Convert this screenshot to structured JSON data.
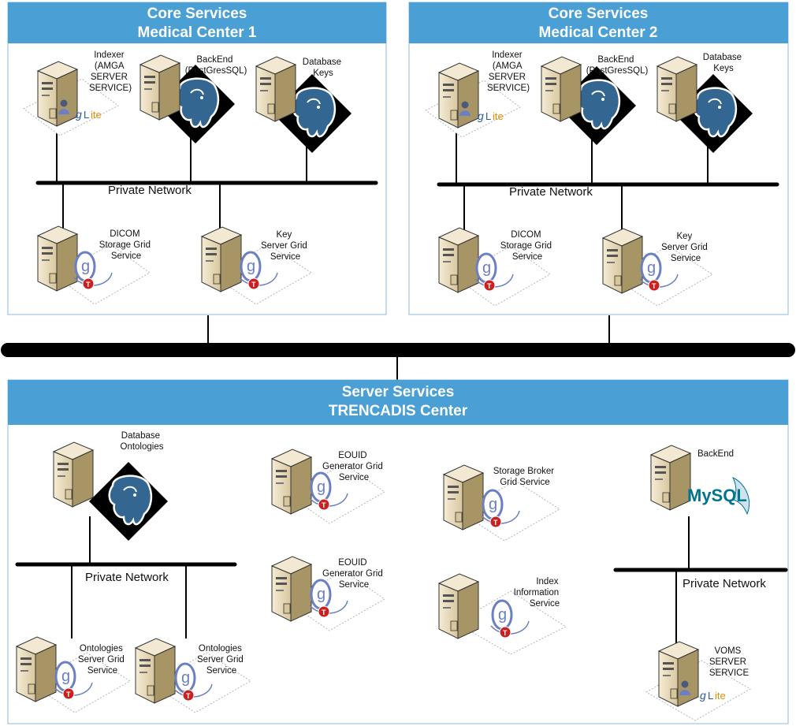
{
  "colors": {
    "header": "#4a9fd5",
    "panel_border": "#8fb8d8",
    "server_body": "#e9dcc0",
    "server_side": "#a89566",
    "postgres": "#336791",
    "globus_blue": "#6b7fc4",
    "globus_red": "#cc1f1f",
    "mysql_orange": "#e48e00",
    "mysql_blue": "#00758f"
  },
  "icons": {
    "server": "server-icon",
    "postgres": "postgresql-elephant-icon",
    "globus": "globus-toolkit-icon",
    "glite": "glite-icon",
    "mysql": "mysql-dolphin-icon"
  },
  "center1": {
    "title_line1": "Core Services",
    "title_line2": "Medical Center 1",
    "network_label": "Private Network",
    "nodes": [
      {
        "id": "indexer",
        "label": [
          "Indexer",
          "(AMGA",
          "SERVER",
          "SERVICE)"
        ],
        "logo": "glite-icon"
      },
      {
        "id": "backend",
        "label": [
          "BackEnd",
          "(PostGresSQL)"
        ],
        "logo": "postgresql-elephant-icon"
      },
      {
        "id": "dbkeys",
        "label": [
          "Database",
          "Keys"
        ],
        "logo": "postgresql-elephant-icon"
      },
      {
        "id": "dicom",
        "label": [
          "DICOM",
          "Storage Grid",
          "Service"
        ],
        "logo": "globus-toolkit-icon"
      },
      {
        "id": "keyserver",
        "label": [
          "Key",
          "Server Grid",
          "Service"
        ],
        "logo": "globus-toolkit-icon"
      }
    ]
  },
  "center2": {
    "title_line1": "Core Services",
    "title_line2": "Medical Center 2",
    "network_label": "Private Network",
    "nodes": [
      {
        "id": "indexer",
        "label": [
          "Indexer",
          "(AMGA",
          "SERVER",
          "SERVICE)"
        ],
        "logo": "glite-icon"
      },
      {
        "id": "backend",
        "label": [
          "BackEnd",
          "(PostGresSQL)"
        ],
        "logo": "postgresql-elephant-icon"
      },
      {
        "id": "dbkeys",
        "label": [
          "Database",
          "Keys"
        ],
        "logo": "postgresql-elephant-icon"
      },
      {
        "id": "dicom",
        "label": [
          "DICOM",
          "Storage Grid",
          "Service"
        ],
        "logo": "globus-toolkit-icon"
      },
      {
        "id": "keyserver",
        "label": [
          "Key",
          "Server Grid",
          "Service"
        ],
        "logo": "globus-toolkit-icon"
      }
    ]
  },
  "trencadis": {
    "title_line1": "Server Services",
    "title_line2": "TRENCADIS Center",
    "network_label_left": "Private Network",
    "network_label_right": "Private Network",
    "nodes": [
      {
        "id": "dbontologies",
        "label": [
          "Database",
          "Ontologies"
        ],
        "logo": "postgresql-elephant-icon"
      },
      {
        "id": "ontologies1",
        "label": [
          "Ontologies",
          "Server Grid",
          "Service"
        ],
        "logo": "globus-toolkit-icon"
      },
      {
        "id": "ontologies2",
        "label": [
          "Ontologies",
          "Server Grid",
          "Service"
        ],
        "logo": "globus-toolkit-icon"
      },
      {
        "id": "euoid1",
        "label": [
          "EOUID",
          "Generator Grid",
          "Service"
        ],
        "logo": "globus-toolkit-icon"
      },
      {
        "id": "euoid2",
        "label": [
          "EOUID",
          "Generator Grid",
          "Service"
        ],
        "logo": "globus-toolkit-icon"
      },
      {
        "id": "storagebroker",
        "label": [
          "Storage Broker",
          "Grid Service"
        ],
        "logo": "globus-toolkit-icon"
      },
      {
        "id": "indexinfo",
        "label": [
          "Index",
          "Information",
          "Service"
        ],
        "logo": "globus-toolkit-icon"
      },
      {
        "id": "backend",
        "label": [
          "BackEnd"
        ],
        "logo": "mysql-dolphin-icon",
        "logo_text": "MySQL"
      },
      {
        "id": "voms",
        "label": [
          "VOMS",
          "SERVER",
          "SERVICE"
        ],
        "logo": "glite-icon"
      }
    ]
  }
}
